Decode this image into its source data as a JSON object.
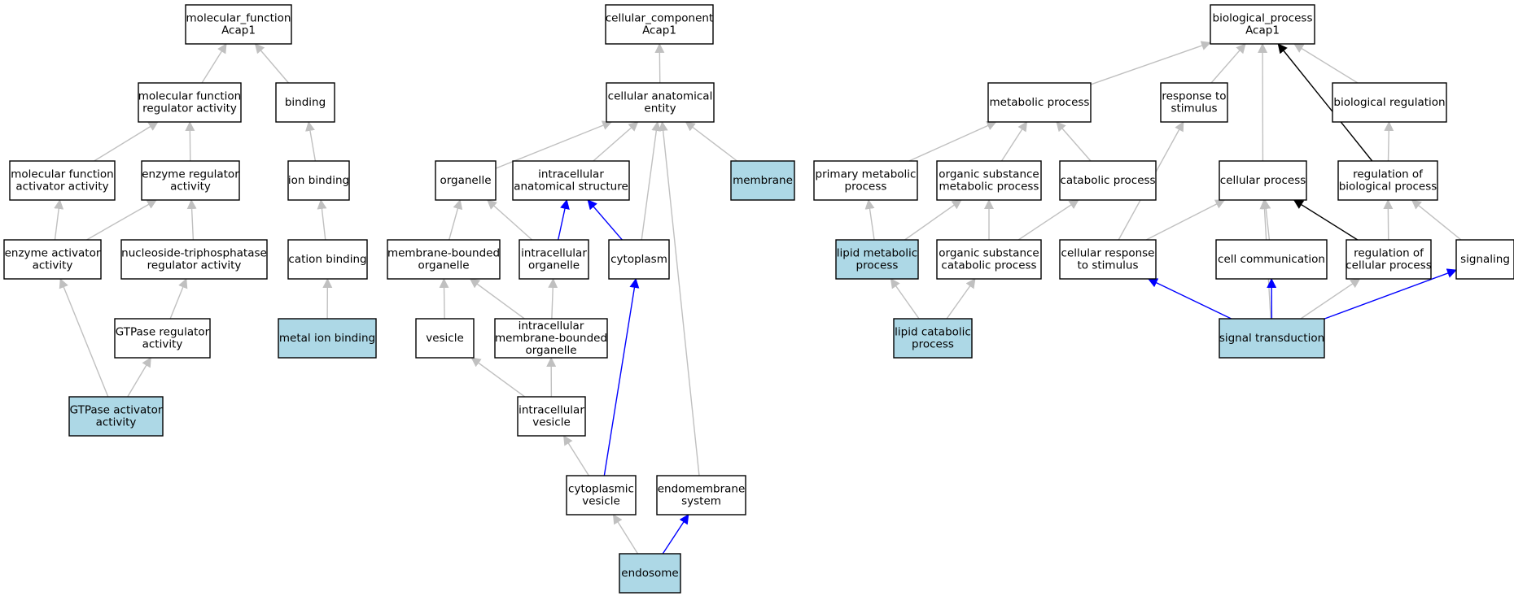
{
  "colors": {
    "highlight_fill": "#add8e6",
    "node_fill": "#ffffff",
    "edge_default": "#c0c0c0",
    "edge_blue": "#0000ff",
    "edge_black": "#000000"
  },
  "nodes": [
    {
      "id": "mf_root",
      "lines": [
        "molecular_function",
        "Acap1"
      ],
      "highlight": false
    },
    {
      "id": "mf_reg",
      "lines": [
        "molecular function",
        "regulator activity"
      ],
      "highlight": false
    },
    {
      "id": "binding",
      "lines": [
        "binding"
      ],
      "highlight": false
    },
    {
      "id": "mf_act",
      "lines": [
        "molecular function",
        "activator activity"
      ],
      "highlight": false
    },
    {
      "id": "enz_reg",
      "lines": [
        "enzyme regulator",
        "activity"
      ],
      "highlight": false
    },
    {
      "id": "ion_bind",
      "lines": [
        "ion binding"
      ],
      "highlight": false
    },
    {
      "id": "enz_act",
      "lines": [
        "enzyme activator",
        "activity"
      ],
      "highlight": false
    },
    {
      "id": "ntp_reg",
      "lines": [
        "nucleoside-triphosphatase",
        "regulator activity"
      ],
      "highlight": false
    },
    {
      "id": "cat_bind",
      "lines": [
        "cation binding"
      ],
      "highlight": false
    },
    {
      "id": "gtp_reg",
      "lines": [
        "GTPase regulator",
        "activity"
      ],
      "highlight": false
    },
    {
      "id": "metal_bind",
      "lines": [
        "metal ion binding"
      ],
      "highlight": true
    },
    {
      "id": "gtp_act",
      "lines": [
        "GTPase activator",
        "activity"
      ],
      "highlight": true
    },
    {
      "id": "cc_root",
      "lines": [
        "cellular_component",
        "Acap1"
      ],
      "highlight": false
    },
    {
      "id": "cae",
      "lines": [
        "cellular anatomical",
        "entity"
      ],
      "highlight": false
    },
    {
      "id": "organelle",
      "lines": [
        "organelle"
      ],
      "highlight": false
    },
    {
      "id": "ias",
      "lines": [
        "intracellular",
        "anatomical structure"
      ],
      "highlight": false
    },
    {
      "id": "membrane",
      "lines": [
        "membrane"
      ],
      "highlight": true
    },
    {
      "id": "mbo",
      "lines": [
        "membrane-bounded",
        "organelle"
      ],
      "highlight": false
    },
    {
      "id": "io",
      "lines": [
        "intracellular",
        "organelle"
      ],
      "highlight": false
    },
    {
      "id": "cytoplasm",
      "lines": [
        "cytoplasm"
      ],
      "highlight": false
    },
    {
      "id": "vesicle",
      "lines": [
        "vesicle"
      ],
      "highlight": false
    },
    {
      "id": "imbo",
      "lines": [
        "intracellular",
        "membrane-bounded",
        "organelle"
      ],
      "highlight": false
    },
    {
      "id": "iv",
      "lines": [
        "intracellular",
        "vesicle"
      ],
      "highlight": false
    },
    {
      "id": "cv",
      "lines": [
        "cytoplasmic",
        "vesicle"
      ],
      "highlight": false
    },
    {
      "id": "endomem",
      "lines": [
        "endomembrane",
        "system"
      ],
      "highlight": false
    },
    {
      "id": "endosome",
      "lines": [
        "endosome"
      ],
      "highlight": true
    },
    {
      "id": "bp_root",
      "lines": [
        "biological_process",
        "Acap1"
      ],
      "highlight": false
    },
    {
      "id": "metab",
      "lines": [
        "metabolic process"
      ],
      "highlight": false
    },
    {
      "id": "resp_stim",
      "lines": [
        "response to",
        "stimulus"
      ],
      "highlight": false
    },
    {
      "id": "bio_reg",
      "lines": [
        "biological regulation"
      ],
      "highlight": false
    },
    {
      "id": "prim_metab",
      "lines": [
        "primary metabolic",
        "process"
      ],
      "highlight": false
    },
    {
      "id": "osm",
      "lines": [
        "organic substance",
        "metabolic process"
      ],
      "highlight": false
    },
    {
      "id": "catab",
      "lines": [
        "catabolic process"
      ],
      "highlight": false
    },
    {
      "id": "cell_proc",
      "lines": [
        "cellular process"
      ],
      "highlight": false
    },
    {
      "id": "reg_bio",
      "lines": [
        "regulation of",
        "biological process"
      ],
      "highlight": false
    },
    {
      "id": "lipid_metab",
      "lines": [
        "lipid metabolic",
        "process"
      ],
      "highlight": true
    },
    {
      "id": "osc",
      "lines": [
        "organic substance",
        "catabolic process"
      ],
      "highlight": false
    },
    {
      "id": "cell_resp",
      "lines": [
        "cellular response",
        "to stimulus"
      ],
      "highlight": false
    },
    {
      "id": "cell_comm",
      "lines": [
        "cell communication"
      ],
      "highlight": false
    },
    {
      "id": "reg_cell",
      "lines": [
        "regulation of",
        "cellular process"
      ],
      "highlight": false
    },
    {
      "id": "signaling",
      "lines": [
        "signaling"
      ],
      "highlight": false
    },
    {
      "id": "lipid_catab",
      "lines": [
        "lipid catabolic",
        "process"
      ],
      "highlight": true
    },
    {
      "id": "sig_trans",
      "lines": [
        "signal transduction"
      ],
      "highlight": true
    }
  ],
  "edges": [
    {
      "from": "mf_reg",
      "to": "mf_root",
      "color": "gray"
    },
    {
      "from": "binding",
      "to": "mf_root",
      "color": "gray"
    },
    {
      "from": "mf_act",
      "to": "mf_reg",
      "color": "gray"
    },
    {
      "from": "enz_reg",
      "to": "mf_reg",
      "color": "gray"
    },
    {
      "from": "ion_bind",
      "to": "binding",
      "color": "gray"
    },
    {
      "from": "enz_act",
      "to": "mf_act",
      "color": "gray"
    },
    {
      "from": "enz_act",
      "to": "enz_reg",
      "color": "gray"
    },
    {
      "from": "ntp_reg",
      "to": "enz_reg",
      "color": "gray"
    },
    {
      "from": "cat_bind",
      "to": "ion_bind",
      "color": "gray"
    },
    {
      "from": "gtp_reg",
      "to": "ntp_reg",
      "color": "gray"
    },
    {
      "from": "metal_bind",
      "to": "cat_bind",
      "color": "gray"
    },
    {
      "from": "gtp_act",
      "to": "enz_act",
      "color": "gray"
    },
    {
      "from": "gtp_act",
      "to": "gtp_reg",
      "color": "gray"
    },
    {
      "from": "cae",
      "to": "cc_root",
      "color": "gray"
    },
    {
      "from": "organelle",
      "to": "cae",
      "color": "gray"
    },
    {
      "from": "ias",
      "to": "cae",
      "color": "gray"
    },
    {
      "from": "membrane",
      "to": "cae",
      "color": "gray"
    },
    {
      "from": "cytoplasm",
      "to": "cae",
      "color": "gray"
    },
    {
      "from": "endomem",
      "to": "cae",
      "color": "gray"
    },
    {
      "from": "mbo",
      "to": "organelle",
      "color": "gray"
    },
    {
      "from": "io",
      "to": "organelle",
      "color": "gray"
    },
    {
      "from": "io",
      "to": "ias",
      "color": "blue"
    },
    {
      "from": "cytoplasm",
      "to": "ias",
      "color": "blue"
    },
    {
      "from": "vesicle",
      "to": "mbo",
      "color": "gray"
    },
    {
      "from": "imbo",
      "to": "mbo",
      "color": "gray"
    },
    {
      "from": "imbo",
      "to": "io",
      "color": "gray"
    },
    {
      "from": "iv",
      "to": "vesicle",
      "color": "gray"
    },
    {
      "from": "iv",
      "to": "imbo",
      "color": "gray"
    },
    {
      "from": "cv",
      "to": "iv",
      "color": "gray"
    },
    {
      "from": "cv",
      "to": "cytoplasm",
      "color": "blue"
    },
    {
      "from": "endosome",
      "to": "cv",
      "color": "gray"
    },
    {
      "from": "endosome",
      "to": "endomem",
      "color": "blue"
    },
    {
      "from": "metab",
      "to": "bp_root",
      "color": "gray"
    },
    {
      "from": "resp_stim",
      "to": "bp_root",
      "color": "gray"
    },
    {
      "from": "cell_proc",
      "to": "bp_root",
      "color": "gray"
    },
    {
      "from": "bio_reg",
      "to": "bp_root",
      "color": "gray"
    },
    {
      "from": "reg_bio",
      "to": "bp_root",
      "color": "black"
    },
    {
      "from": "prim_metab",
      "to": "metab",
      "color": "gray"
    },
    {
      "from": "osm",
      "to": "metab",
      "color": "gray"
    },
    {
      "from": "catab",
      "to": "metab",
      "color": "gray"
    },
    {
      "from": "reg_bio",
      "to": "bio_reg",
      "color": "gray"
    },
    {
      "from": "lipid_metab",
      "to": "prim_metab",
      "color": "gray"
    },
    {
      "from": "lipid_metab",
      "to": "osm",
      "color": "gray"
    },
    {
      "from": "osc",
      "to": "osm",
      "color": "gray"
    },
    {
      "from": "osc",
      "to": "catab",
      "color": "gray"
    },
    {
      "from": "cell_resp",
      "to": "resp_stim",
      "color": "gray"
    },
    {
      "from": "cell_resp",
      "to": "cell_proc",
      "color": "gray"
    },
    {
      "from": "cell_comm",
      "to": "cell_proc",
      "color": "gray"
    },
    {
      "from": "reg_cell",
      "to": "cell_proc",
      "color": "black"
    },
    {
      "from": "reg_cell",
      "to": "reg_bio",
      "color": "gray"
    },
    {
      "from": "signaling",
      "to": "reg_bio",
      "color": "gray"
    },
    {
      "from": "lipid_catab",
      "to": "lipid_metab",
      "color": "gray"
    },
    {
      "from": "lipid_catab",
      "to": "osc",
      "color": "gray"
    },
    {
      "from": "sig_trans",
      "to": "cell_proc",
      "color": "gray"
    },
    {
      "from": "sig_trans",
      "to": "cell_resp",
      "color": "blue"
    },
    {
      "from": "sig_trans",
      "to": "cell_comm",
      "color": "blue"
    },
    {
      "from": "sig_trans",
      "to": "reg_cell",
      "color": "gray"
    },
    {
      "from": "sig_trans",
      "to": "signaling",
      "color": "blue"
    }
  ]
}
